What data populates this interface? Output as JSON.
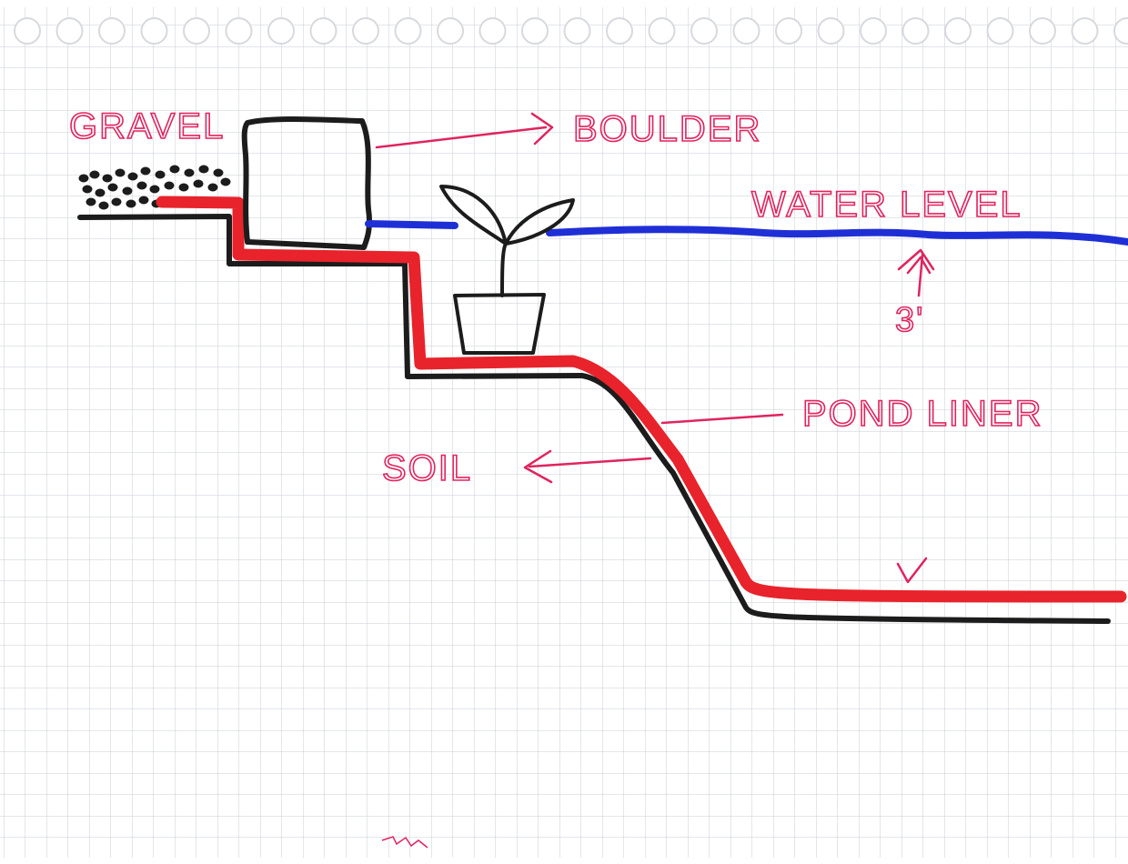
{
  "labels": {
    "gravel": "GRAVEL",
    "boulder": "BOULDER",
    "water_level": "WATER LEVEL",
    "depth": "3'",
    "pond_liner": "POND LINER",
    "soil": "SOIL"
  },
  "colors": {
    "paper": "#ffffff",
    "grid": "#c9cdd6",
    "ink_black": "#1c1c1c",
    "liner_red": "#e8232b",
    "water_blue": "#1f2fd6",
    "label_pink": "#e0245e"
  },
  "icons": {
    "binder_holes": "circle-holes-row",
    "plant": "potted-plant-icon",
    "gravel": "gravel-dots"
  }
}
